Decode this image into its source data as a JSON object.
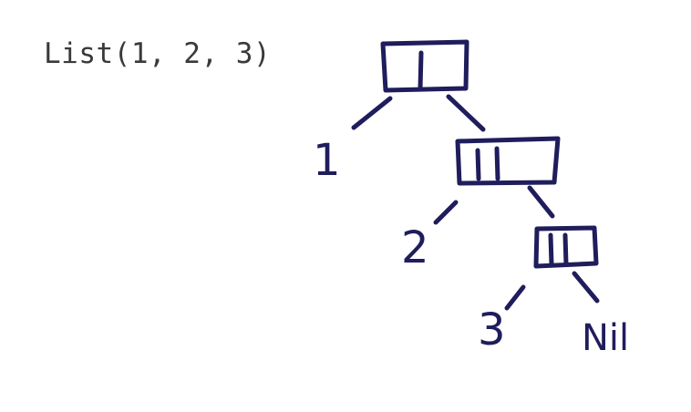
{
  "code": {
    "expression": "List(1, 2, 3)"
  },
  "tree": {
    "ink_color": "#1f1d5c",
    "cons_cells": 3,
    "leaf_1": "1",
    "leaf_2": "2",
    "leaf_3": "3",
    "terminator": "Nil"
  }
}
